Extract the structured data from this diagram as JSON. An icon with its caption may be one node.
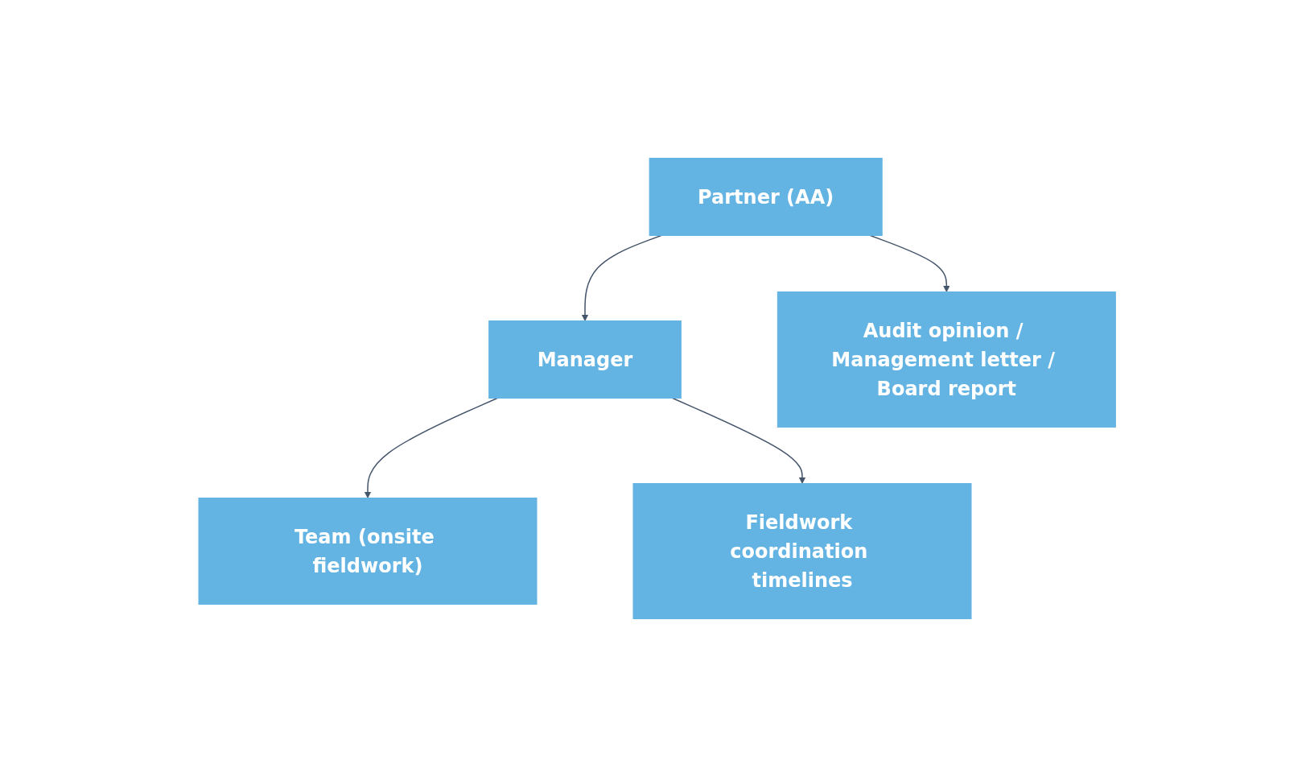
{
  "diagram": {
    "nodes": [
      {
        "text": [
          "Partner (AA)"
        ]
      },
      {
        "text": [
          "Manager"
        ]
      },
      {
        "text": [
          "Team (onsite fieldwork)"
        ]
      },
      {
        "text": [
          "Audit opinion / Management letter / Board report"
        ]
      },
      {
        "text": [
          "Fieldwork coordination timelines"
        ]
      }
    ],
    "edges": [
      {
        "from": 0,
        "to": 1,
        "arrow": "to"
      },
      {
        "from": 1,
        "to": 2,
        "arrow": "to"
      },
      {
        "from": 0,
        "to": 3,
        "arrow": "to"
      },
      {
        "from": 1,
        "to": 4,
        "arrow": "to"
      }
    ]
  }
}
